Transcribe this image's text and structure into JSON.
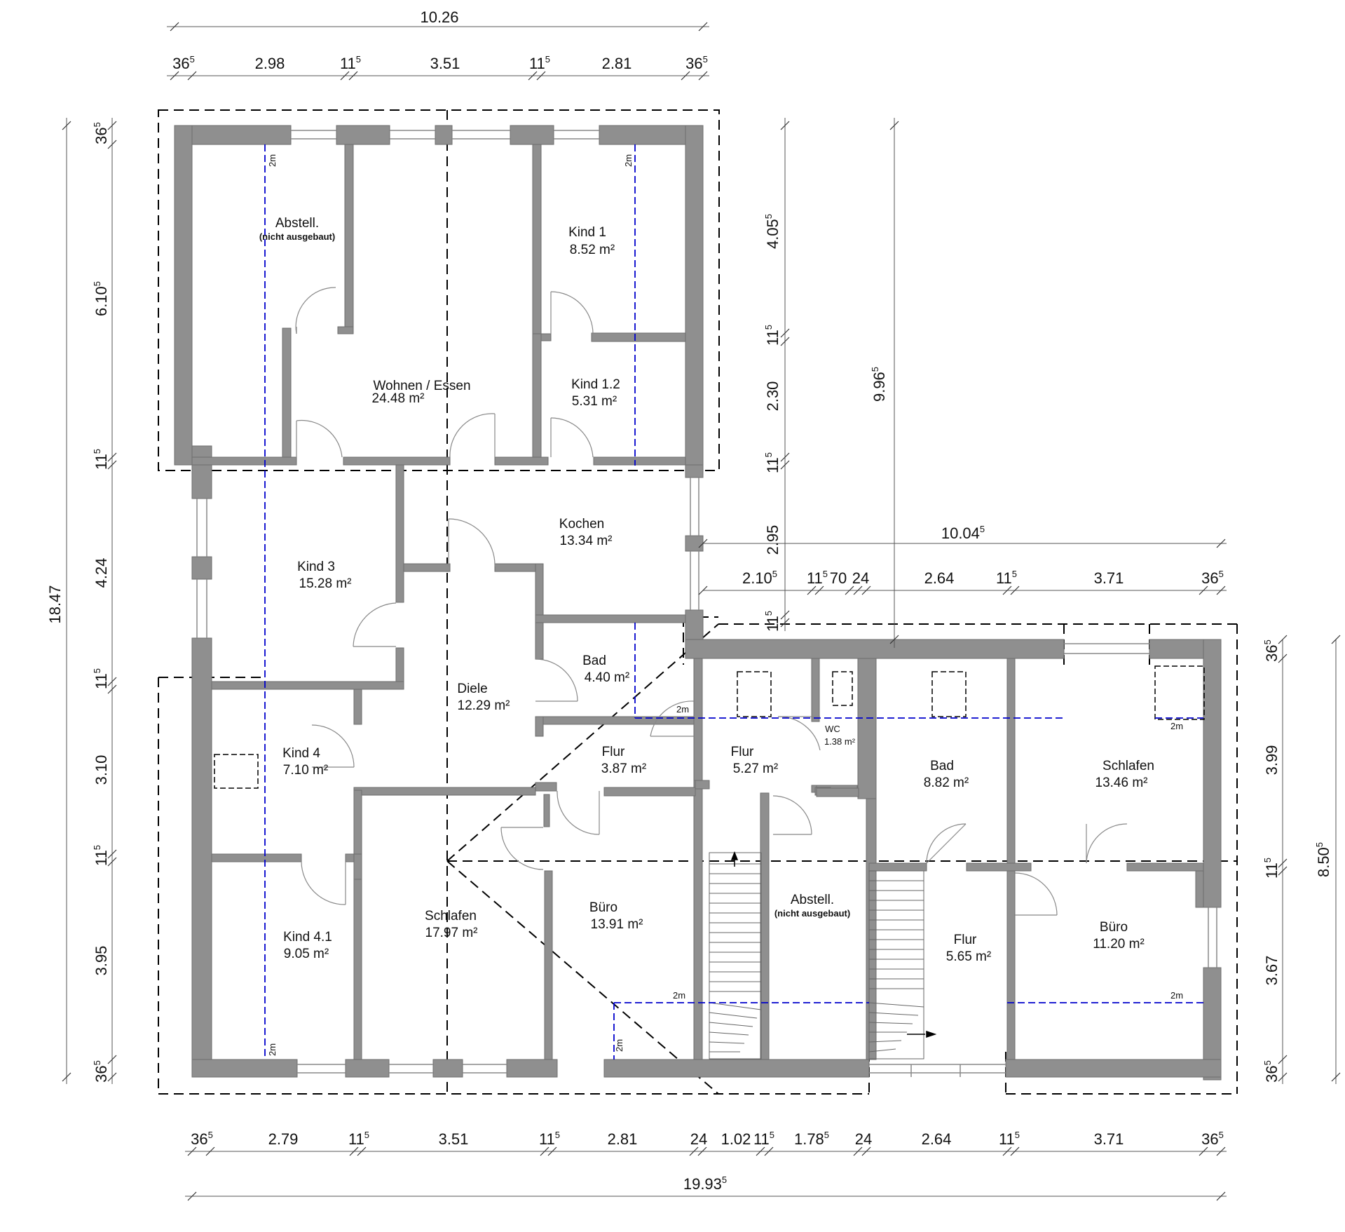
{
  "rooms": [
    {
      "name": "Abstell.",
      "note": "(nicht ausgebaut)"
    },
    {
      "name": "Wohnen / Essen",
      "area": "24.48 m²"
    },
    {
      "name": "Kind 1",
      "area": "8.52 m²"
    },
    {
      "name": "Kind 1.2",
      "area": "5.31 m²"
    },
    {
      "name": "Kochen",
      "area": "13.34 m²"
    },
    {
      "name": "Kind 3",
      "area": "15.28 m²"
    },
    {
      "name": "Bad",
      "area": "4.40 m²"
    },
    {
      "name": "Diele",
      "area": "12.29 m²"
    },
    {
      "name": "Kind 4",
      "area": "7.10 m²"
    },
    {
      "name": "Flur",
      "area": "3.87 m²"
    },
    {
      "name": "Flur",
      "area": "5.27 m²"
    },
    {
      "name": "WC",
      "area": "1.38 m²"
    },
    {
      "name": "Bad",
      "area": "8.82 m²"
    },
    {
      "name": "Schlafen",
      "area": "13.46 m²"
    },
    {
      "name": "Kind 4.1",
      "area": "9.05 m²"
    },
    {
      "name": "Schlafen",
      "area": "17.97 m²"
    },
    {
      "name": "Büro",
      "area": "13.91 m²"
    },
    {
      "name": "Abstell.",
      "note": "(nicht ausgebaut)"
    },
    {
      "name": "Flur",
      "area": "5.65 m²"
    },
    {
      "name": "Büro",
      "area": "11.20 m²"
    }
  ],
  "height_marker": "2m",
  "dims": {
    "top_total": "10.26",
    "top_chain": [
      {
        "t": "36",
        "s": "5"
      },
      {
        "t": "2.98"
      },
      {
        "t": "11",
        "s": "5"
      },
      {
        "t": "3.51"
      },
      {
        "t": "11",
        "s": "5"
      },
      {
        "t": "2.81"
      },
      {
        "t": "36",
        "s": "5"
      }
    ],
    "left_total": "18.47",
    "left_chain": [
      {
        "t": "36",
        "s": "5"
      },
      {
        "t": "6.10",
        "s": "5"
      },
      {
        "t": "11",
        "s": "5"
      },
      {
        "t": "4.24"
      },
      {
        "t": "11",
        "s": "5"
      },
      {
        "t": "3.10"
      },
      {
        "t": "11",
        "s": "5"
      },
      {
        "t": "3.95"
      },
      {
        "t": "36",
        "s": "5"
      }
    ],
    "mid_chain": [
      {
        "t": "4.05",
        "s": "5"
      },
      {
        "t": "11",
        "s": "5"
      },
      {
        "t": "2.30"
      },
      {
        "t": "11",
        "s": "5"
      },
      {
        "t": "2.95"
      },
      {
        "t": "11",
        "s": "5"
      }
    ],
    "mid_total": {
      "t": "9.96",
      "s": "5"
    },
    "wing_total": {
      "t": "10.04",
      "s": "5"
    },
    "wing_chain": [
      {
        "t": "2.10",
        "s": "5"
      },
      {
        "t": "11",
        "s": "5"
      },
      {
        "t": "70"
      },
      {
        "t": "24"
      },
      {
        "t": "2.64"
      },
      {
        "t": "11",
        "s": "5"
      },
      {
        "t": "3.71"
      },
      {
        "t": "36",
        "s": "5"
      }
    ],
    "right_chain": [
      {
        "t": "36",
        "s": "5"
      },
      {
        "t": "3.99"
      },
      {
        "t": "11",
        "s": "5"
      },
      {
        "t": "3.67"
      },
      {
        "t": "36",
        "s": "5"
      }
    ],
    "right_total": {
      "t": "8.50",
      "s": "5"
    },
    "bottom_chain": [
      {
        "t": "36",
        "s": "5"
      },
      {
        "t": "2.79"
      },
      {
        "t": "11",
        "s": "5"
      },
      {
        "t": "3.51"
      },
      {
        "t": "11",
        "s": "5"
      },
      {
        "t": "2.81"
      },
      {
        "t": "24"
      },
      {
        "t": "1.02"
      },
      {
        "t": "11",
        "s": "5"
      },
      {
        "t": "1.78",
        "s": "5"
      },
      {
        "t": "24"
      },
      {
        "t": "2.64"
      },
      {
        "t": "11",
        "s": "5"
      },
      {
        "t": "3.71"
      },
      {
        "t": "36",
        "s": "5"
      }
    ],
    "bottom_total": {
      "t": "19.93",
      "s": "5"
    }
  },
  "colors": {
    "wall": "#8f8f8f",
    "wall_stroke": "#6e6e6e",
    "dashed_line": "#000000",
    "height_line": "#0000cc",
    "dim_line": "#555555"
  }
}
